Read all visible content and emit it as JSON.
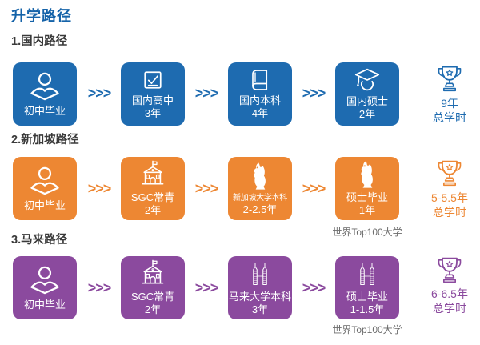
{
  "page": {
    "title": "升学路径"
  },
  "arrow": ">>>",
  "colors": {
    "blue": "#1E6BB0",
    "orange": "#ED8733",
    "purple": "#8B4A9E",
    "title": "#1563A9",
    "row_label": "#3a3a3a",
    "note_gray": "#6b6b6b"
  },
  "rows": [
    {
      "label": "1.国内路径",
      "color": "#1E6BB0",
      "steps": [
        {
          "icon": "person-icon",
          "lines": [
            "初中毕业",
            ""
          ]
        },
        {
          "icon": "checkbox-icon",
          "lines": [
            "国内高中",
            "3年"
          ]
        },
        {
          "icon": "book-icon",
          "lines": [
            "国内本科",
            "4年"
          ]
        },
        {
          "icon": "gradcap-icon",
          "lines": [
            "国内硕士",
            "2年"
          ]
        }
      ],
      "note": "",
      "total": {
        "line1": "9年",
        "line2": "总学时"
      }
    },
    {
      "label": "2.新加坡路径",
      "color": "#ED8733",
      "steps": [
        {
          "icon": "person-icon",
          "lines": [
            "初中毕业",
            ""
          ]
        },
        {
          "icon": "school-icon",
          "lines": [
            "SGC常青",
            "2年"
          ]
        },
        {
          "icon": "merlion-icon",
          "lines": [
            "新加坡大学本科",
            "2-2.5年"
          ]
        },
        {
          "icon": "merlion-icon",
          "lines": [
            "硕士毕业",
            "1年"
          ]
        }
      ],
      "note": "世界Top100大学",
      "total": {
        "line1": "5-5.5年",
        "line2": "总学时"
      }
    },
    {
      "label": "3.马来路径",
      "color": "#8B4A9E",
      "steps": [
        {
          "icon": "person-icon",
          "lines": [
            "初中毕业",
            ""
          ]
        },
        {
          "icon": "school-icon",
          "lines": [
            "SGC常青",
            "2年"
          ]
        },
        {
          "icon": "towers-icon",
          "lines": [
            "马来大学本科",
            "3年"
          ]
        },
        {
          "icon": "towers-icon",
          "lines": [
            "硕士毕业",
            "1-1.5年"
          ]
        }
      ],
      "note": "世界Top100大学",
      "total": {
        "line1": "6-6.5年",
        "line2": "总学时"
      }
    }
  ]
}
